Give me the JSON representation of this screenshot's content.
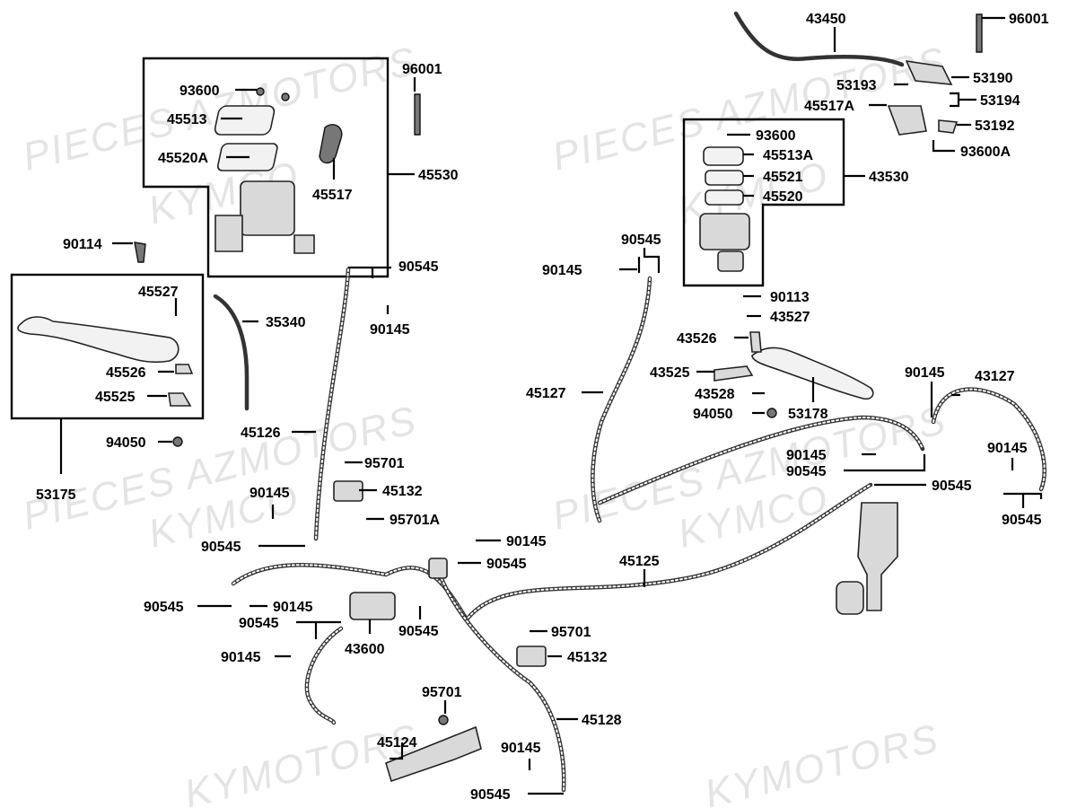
{
  "watermarks": {
    "w1": "PIECES AZMOTORS",
    "w2": "KYMCO",
    "w3": "PIECES AZMOTORS",
    "w4": "KYMCO",
    "w5": "PIECES AZMOTORS",
    "w6": "KYMCO",
    "w7": "PIECES AZMOTORS",
    "w8": "KYMCO",
    "w9": "KYMOTORS",
    "w10": "KYMOTORS"
  },
  "labels": {
    "l96001a": "96001",
    "l93600a": "93600",
    "l45513": "45513",
    "l45520A": "45520A",
    "l45517": "45517",
    "l45530": "45530",
    "l90114": "90114",
    "l45527": "45527",
    "l35340": "35340",
    "l45526": "45526",
    "l45525": "45525",
    "l94050a": "94050",
    "l53175": "53175",
    "l90545a": "90545",
    "l90145a": "90145",
    "l45126": "45126",
    "l95701a": "95701",
    "l45132a": "45132",
    "l95701A": "95701A",
    "l90145b": "90145",
    "l90545b": "90545",
    "l90145c": "90145",
    "l90545c": "90545",
    "l90545d": "90545",
    "l90145d": "90145",
    "l90545e": "90545",
    "l90145e": "90145",
    "l43600": "43600",
    "l90545f": "90545",
    "l45125": "45125",
    "l95701b": "95701",
    "l45132b": "45132",
    "l95701c": "95701",
    "l45124": "45124",
    "l45128": "45128",
    "l90145f": "90145",
    "l90545g": "90545",
    "l43450": "43450",
    "l96001b": "96001",
    "l53190": "53190",
    "l53193": "53193",
    "l53194": "53194",
    "l45517A": "45517A",
    "l53192": "53192",
    "l93600A": "93600A",
    "l93600b": "93600",
    "l45513A": "45513A",
    "l45521": "45521",
    "l45520": "45520",
    "l43530": "43530",
    "l90545h": "90545",
    "l90145g": "90145",
    "l90113": "90113",
    "l43527": "43527",
    "l43526": "43526",
    "l43525": "43525",
    "l43528": "43528",
    "l94050b": "94050",
    "l53178": "53178",
    "l45127": "45127",
    "l90145h": "90145",
    "l43127": "43127",
    "l90145i": "90145",
    "l90545i": "90545",
    "l90545j": "90545",
    "l90145j": "90145",
    "l90545k": "90545"
  }
}
